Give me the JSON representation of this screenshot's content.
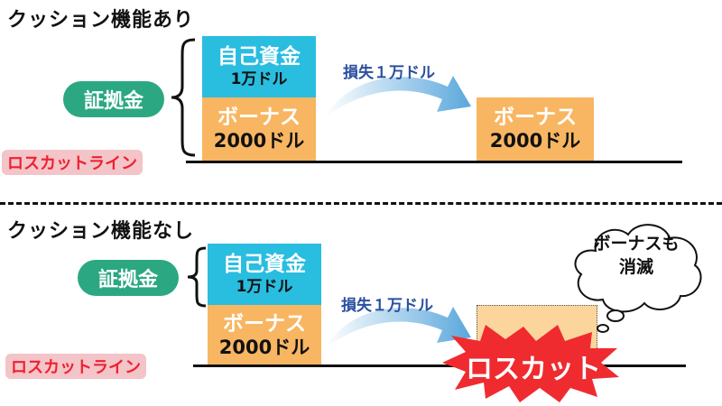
{
  "top": {
    "heading": "クッション機能あり",
    "margin_label": "証拠金",
    "own_funds_label": "自己資金",
    "own_funds_amount": "1万ドル",
    "bonus_label": "ボーナス",
    "bonus_amount": "2000ドル",
    "losscut_line_label": "ロスカットライン",
    "loss_label": "損失１万ドル",
    "after_bonus_label": "ボーナス",
    "after_bonus_amount": "2000ドル"
  },
  "bottom": {
    "heading": "クッション機能なし",
    "margin_label": "証拠金",
    "own_funds_label": "自己資金",
    "own_funds_amount": "1万ドル",
    "bonus_label": "ボーナス",
    "bonus_amount": "2000ドル",
    "losscut_line_label": "ロスカットライン",
    "loss_label": "損失１万ドル",
    "bubble_line1": "ボーナスも",
    "bubble_line2": "消滅",
    "losscut_burst": "ロスカット"
  },
  "colors": {
    "cyan_block": "#29bde0",
    "orange_block": "#f8b662",
    "margin_pill": "#2ba882",
    "losscut_text": "#ef2030",
    "losscut_bg": "#f3c4c8",
    "arrow": "#5aa7dc",
    "burst": "#ef2b30"
  }
}
